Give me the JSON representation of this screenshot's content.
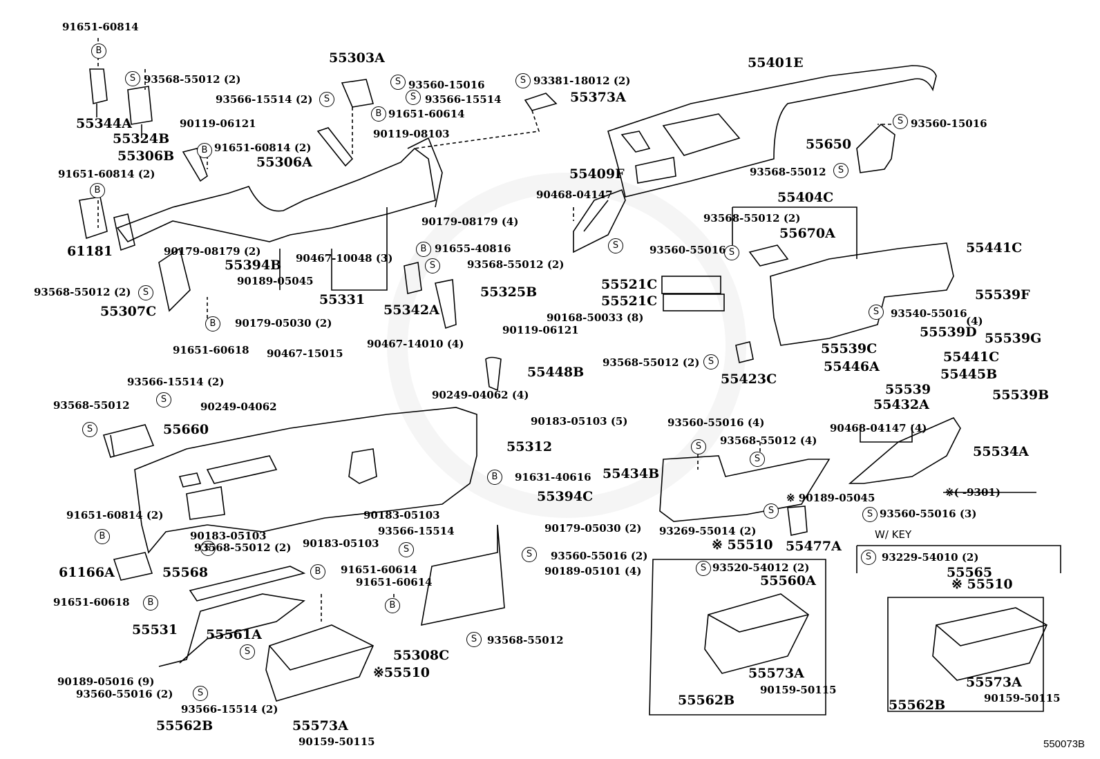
{
  "diagram": {
    "title": "Instrument Panel & Safety Pad parts diagram",
    "reference_code": "550073B",
    "watermark": "faint emblem watermark",
    "notes": {
      "asterisk_range": "※(      -9301)",
      "with_key": "W/ KEY"
    },
    "symbols": {
      "S": "S",
      "B": "B"
    },
    "labels": [
      {
        "id": "l1",
        "text": "91651-60814",
        "size": "sm"
      },
      {
        "id": "l2",
        "text": "93568-55012 (2)",
        "size": "sm"
      },
      {
        "id": "l3",
        "text": "55344A",
        "size": "lg"
      },
      {
        "id": "l4",
        "text": "55324B",
        "size": "lg"
      },
      {
        "id": "l5",
        "text": "90119-06121",
        "size": "sm"
      },
      {
        "id": "l6",
        "text": "55306B",
        "size": "lg"
      },
      {
        "id": "l7",
        "text": "91651-60814 (2)",
        "size": "sm"
      },
      {
        "id": "l8",
        "text": "91651-60814 (2)",
        "size": "sm"
      },
      {
        "id": "l9",
        "text": "61181",
        "size": "lg"
      },
      {
        "id": "l10",
        "text": "90179-08179 (2)",
        "size": "sm"
      },
      {
        "id": "l11",
        "text": "55394B",
        "size": "lg"
      },
      {
        "id": "l12",
        "text": "90189-05045",
        "size": "sm"
      },
      {
        "id": "l13",
        "text": "93568-55012 (2)",
        "size": "sm"
      },
      {
        "id": "l14",
        "text": "55307C",
        "size": "lg"
      },
      {
        "id": "l15",
        "text": "90179-05030 (2)",
        "size": "sm"
      },
      {
        "id": "l16",
        "text": "91651-60618",
        "size": "sm"
      },
      {
        "id": "l17",
        "text": "55303A",
        "size": "lg"
      },
      {
        "id": "l18",
        "text": "93566-15514 (2)",
        "size": "sm"
      },
      {
        "id": "l19",
        "text": "93560-15016",
        "size": "sm"
      },
      {
        "id": "l20",
        "text": "93566-15514",
        "size": "sm"
      },
      {
        "id": "l21",
        "text": "91651-60614",
        "size": "sm"
      },
      {
        "id": "l22",
        "text": "90119-08103",
        "size": "sm"
      },
      {
        "id": "l23",
        "text": "55306A",
        "size": "lg"
      },
      {
        "id": "l24",
        "text": "93381-18012 (2)",
        "size": "sm"
      },
      {
        "id": "l25",
        "text": "55373A",
        "size": "lg"
      },
      {
        "id": "l26",
        "text": "90179-08179 (4)",
        "size": "sm"
      },
      {
        "id": "l27",
        "text": "90467-10048 (3)",
        "size": "sm"
      },
      {
        "id": "l28",
        "text": "55331",
        "size": "lg"
      },
      {
        "id": "l29",
        "text": "91655-40816",
        "size": "sm"
      },
      {
        "id": "l30",
        "text": "93568-55012 (2)",
        "size": "sm"
      },
      {
        "id": "l31",
        "text": "55325B",
        "size": "lg"
      },
      {
        "id": "l32",
        "text": "55342A",
        "size": "lg"
      },
      {
        "id": "l33",
        "text": "90119-06121",
        "size": "sm"
      },
      {
        "id": "l34",
        "text": "90467-14010 (4)",
        "size": "sm"
      },
      {
        "id": "l35",
        "text": "90467-15015",
        "size": "sm"
      },
      {
        "id": "l36",
        "text": "55401E",
        "size": "lg"
      },
      {
        "id": "l37",
        "text": "93560-15016",
        "size": "sm"
      },
      {
        "id": "l38",
        "text": "55650",
        "size": "lg"
      },
      {
        "id": "l39",
        "text": "93568-55012",
        "size": "sm"
      },
      {
        "id": "l40",
        "text": "55409F",
        "size": "lg"
      },
      {
        "id": "l41",
        "text": "90468-04147",
        "size": "sm"
      },
      {
        "id": "l42",
        "text": "93560-55016",
        "size": "sm"
      },
      {
        "id": "l43",
        "text": "55404C",
        "size": "lg"
      },
      {
        "id": "l44",
        "text": "93568-55012 (2)",
        "size": "sm"
      },
      {
        "id": "l45",
        "text": "55670A",
        "size": "lg"
      },
      {
        "id": "l46",
        "text": "55441C",
        "size": "lg"
      },
      {
        "id": "l47",
        "text": "55521C",
        "size": "lg"
      },
      {
        "id": "l48",
        "text": "55521C",
        "size": "lg"
      },
      {
        "id": "l49",
        "text": "90168-50033 (8)",
        "size": "sm"
      },
      {
        "id": "l50",
        "text": "93540-55016",
        "size": "sm"
      },
      {
        "id": "l51",
        "text": "(4)",
        "size": "sm"
      },
      {
        "id": "l52",
        "text": "55539F",
        "size": "lg"
      },
      {
        "id": "l53",
        "text": "55539D",
        "size": "lg"
      },
      {
        "id": "l54",
        "text": "55539G",
        "size": "lg"
      },
      {
        "id": "l55",
        "text": "55539C",
        "size": "lg"
      },
      {
        "id": "l56",
        "text": "55441C",
        "size": "lg"
      },
      {
        "id": "l57",
        "text": "55446A",
        "size": "lg"
      },
      {
        "id": "l58",
        "text": "55539",
        "size": "lg"
      },
      {
        "id": "l59",
        "text": "55445B",
        "size": "lg"
      },
      {
        "id": "l60",
        "text": "55432A",
        "size": "lg"
      },
      {
        "id": "l61",
        "text": "55539B",
        "size": "lg"
      },
      {
        "id": "l62",
        "text": "55534A",
        "size": "lg"
      },
      {
        "id": "l63",
        "text": "90468-04147 (4)",
        "size": "sm"
      },
      {
        "id": "l64",
        "text": "93568-55012 (2)",
        "size": "sm"
      },
      {
        "id": "l65",
        "text": "55423C",
        "size": "lg"
      },
      {
        "id": "l66",
        "text": "55448B",
        "size": "lg"
      },
      {
        "id": "l67",
        "text": "93566-15514 (2)",
        "size": "sm"
      },
      {
        "id": "l68",
        "text": "93568-55012",
        "size": "sm"
      },
      {
        "id": "l69",
        "text": "90249-04062",
        "size": "sm"
      },
      {
        "id": "l70",
        "text": "90249-04062 (4)",
        "size": "sm"
      },
      {
        "id": "l71",
        "text": "55660",
        "size": "lg"
      },
      {
        "id": "l72",
        "text": "90183-05103 (5)",
        "size": "sm"
      },
      {
        "id": "l73",
        "text": "55312",
        "size": "lg"
      },
      {
        "id": "l74",
        "text": "91631-40616",
        "size": "sm"
      },
      {
        "id": "l75",
        "text": "55434B",
        "size": "lg"
      },
      {
        "id": "l76",
        "text": "93560-55016 (4)",
        "size": "sm"
      },
      {
        "id": "l77",
        "text": "93568-55012 (4)",
        "size": "sm"
      },
      {
        "id": "l78",
        "text": "55394C",
        "size": "lg"
      },
      {
        "id": "l79",
        "text": "91651-60814 (2)",
        "size": "sm"
      },
      {
        "id": "l80",
        "text": "90183-05103",
        "size": "sm"
      },
      {
        "id": "l81",
        "text": "93568-55012 (2)",
        "size": "sm"
      },
      {
        "id": "l82",
        "text": "90183-05103",
        "size": "sm"
      },
      {
        "id": "l83",
        "text": "90183-05103",
        "size": "sm"
      },
      {
        "id": "l84",
        "text": "93566-15514",
        "size": "sm"
      },
      {
        "id": "l85",
        "text": "90179-05030 (2)",
        "size": "sm"
      },
      {
        "id": "l86",
        "text": "93560-55016 (2)",
        "size": "sm"
      },
      {
        "id": "l87",
        "text": "90189-05101 (4)",
        "size": "sm"
      },
      {
        "id": "l88",
        "text": "61166A",
        "size": "lg"
      },
      {
        "id": "l89",
        "text": "55568",
        "size": "lg"
      },
      {
        "id": "l90",
        "text": "91651-60618",
        "size": "sm"
      },
      {
        "id": "l91",
        "text": "91651-60614",
        "size": "sm"
      },
      {
        "id": "l92",
        "text": "91651-60614",
        "size": "sm"
      },
      {
        "id": "l93",
        "text": "55531",
        "size": "lg"
      },
      {
        "id": "l94",
        "text": "55561A",
        "size": "lg"
      },
      {
        "id": "l95",
        "text": "90189-05016 (9)",
        "size": "sm"
      },
      {
        "id": "l96",
        "text": "93560-55016 (2)",
        "size": "sm"
      },
      {
        "id": "l97",
        "text": "93566-15514 (2)",
        "size": "sm"
      },
      {
        "id": "l98",
        "text": "※55510",
        "size": "lg"
      },
      {
        "id": "l99",
        "text": "55562B",
        "size": "lg"
      },
      {
        "id": "l100",
        "text": "55573A",
        "size": "lg"
      },
      {
        "id": "l101",
        "text": "90159-50115",
        "size": "sm"
      },
      {
        "id": "l102",
        "text": "55308C",
        "size": "lg"
      },
      {
        "id": "l103",
        "text": "93568-55012",
        "size": "sm"
      },
      {
        "id": "l104",
        "text": "※ 90189-05045",
        "size": "sm"
      },
      {
        "id": "l105",
        "text": "93560-55016 (3)",
        "size": "sm"
      },
      {
        "id": "l106",
        "text": "93269-55014 (2)",
        "size": "sm"
      },
      {
        "id": "l107",
        "text": "55477A",
        "size": "lg"
      },
      {
        "id": "l108",
        "text": "※ 55510",
        "size": "lg"
      },
      {
        "id": "l109",
        "text": "93520-54012 (2)",
        "size": "sm"
      },
      {
        "id": "l110",
        "text": "55560A",
        "size": "lg"
      },
      {
        "id": "l111",
        "text": "55573A",
        "size": "lg"
      },
      {
        "id": "l112",
        "text": "55562B",
        "size": "lg"
      },
      {
        "id": "l113",
        "text": "90159-50115",
        "size": "sm"
      },
      {
        "id": "l114",
        "text": "93229-54010 (2)",
        "size": "sm"
      },
      {
        "id": "l115",
        "text": "55565",
        "size": "lg"
      },
      {
        "id": "l116",
        "text": "※ 55510",
        "size": "lg"
      },
      {
        "id": "l117",
        "text": "55573A",
        "size": "lg"
      },
      {
        "id": "l118",
        "text": "55562B",
        "size": "lg"
      },
      {
        "id": "l119",
        "text": "90159-50115",
        "size": "sm"
      }
    ]
  }
}
